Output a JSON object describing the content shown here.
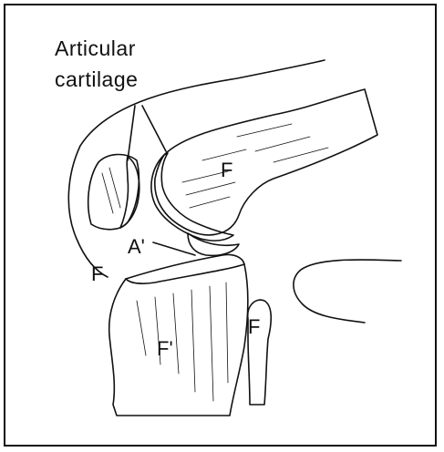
{
  "labels": {
    "title_line1": "Articular",
    "title_line2": "cartilage",
    "femur": "F",
    "patella": "F",
    "cartilage_a": "A'",
    "tibia": "F'",
    "fibula": "F"
  },
  "colors": {
    "ink": "#111111",
    "background": "#ffffff"
  }
}
